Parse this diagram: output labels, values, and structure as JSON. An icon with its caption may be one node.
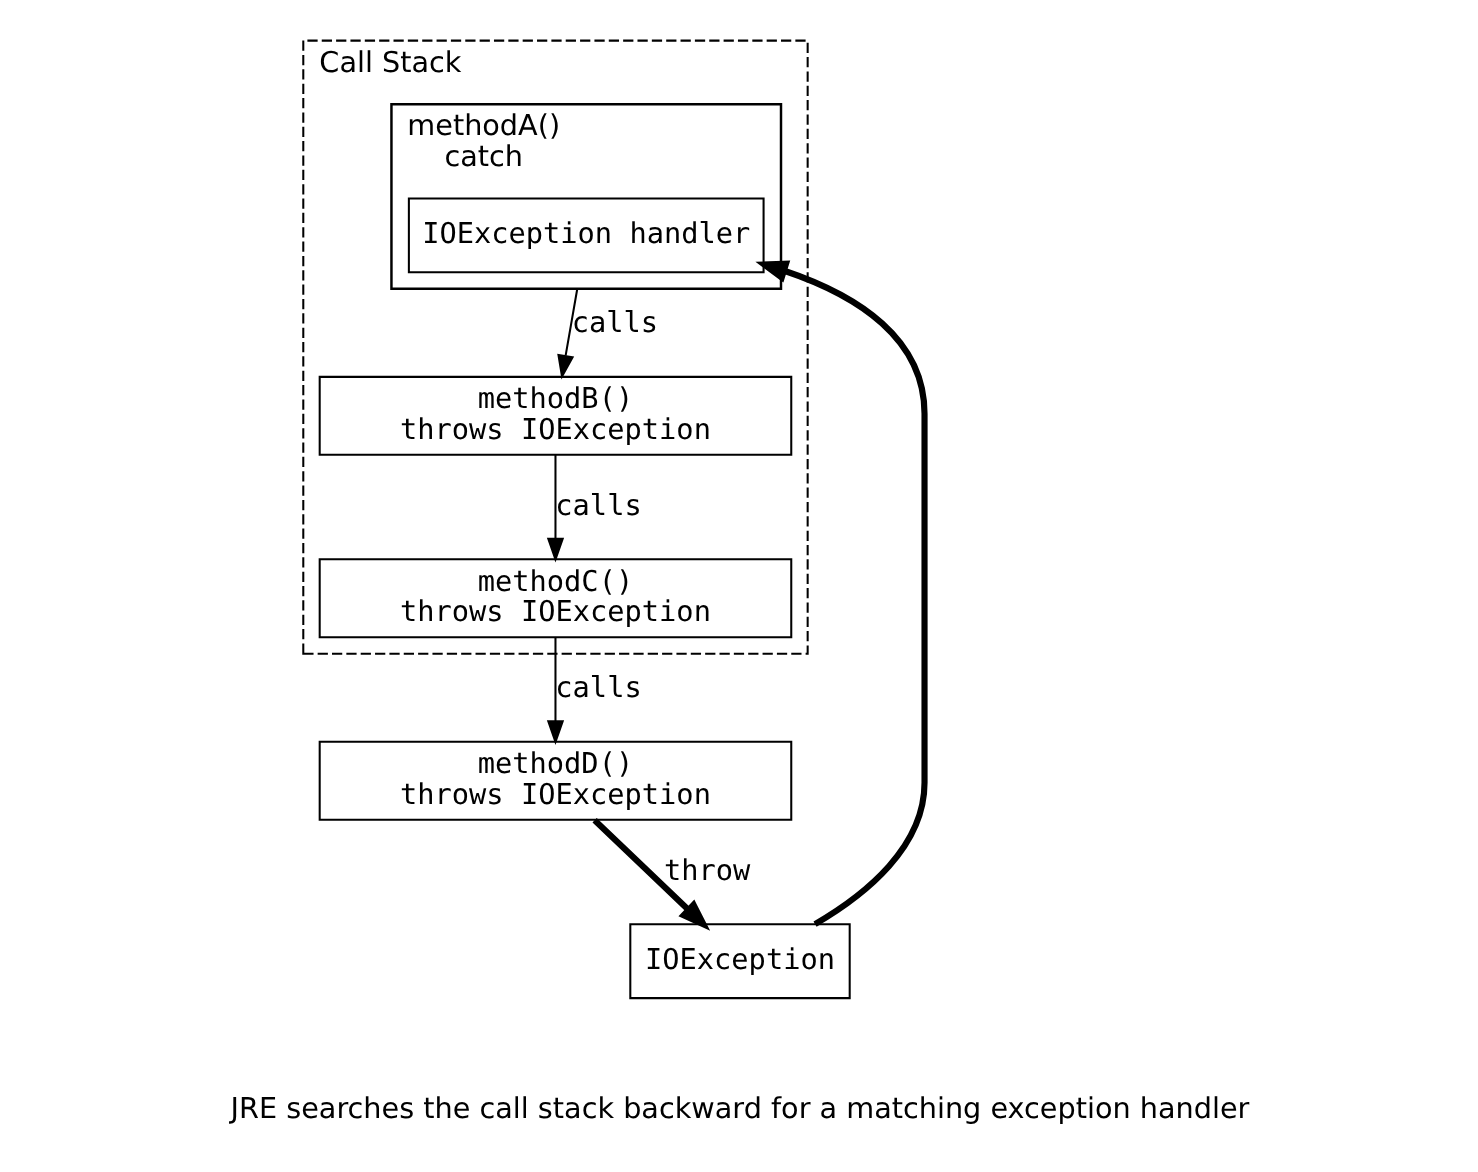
{
  "diagram": {
    "nodes": [
      {
        "text": [
          "Call Stack"
        ]
      },
      {
        "text": [
          "methodA()",
          "catch"
        ],
        "in": 0
      },
      {
        "text": [
          "IOException handler"
        ],
        "in": 1
      },
      {
        "text": [
          "methodB()",
          "throws IOException"
        ],
        "in": 0
      },
      {
        "text": [
          "methodC()",
          "throws IOException"
        ],
        "in": 0
      },
      {
        "text": [
          "methodD()",
          "throws IOException"
        ]
      },
      {
        "text": [
          "IOException"
        ],
        "beside": [
          "JRE searches the call stack backward for a matching exception handler"
        ]
      }
    ],
    "edges": [
      {
        "from": 1,
        "to": 3,
        "arrow": "to",
        "label": "calls"
      },
      {
        "from": 3,
        "to": 4,
        "arrow": "to",
        "label": "calls"
      },
      {
        "from": 4,
        "to": 5,
        "arrow": "to",
        "label": "calls"
      },
      {
        "from": 5,
        "to": 6,
        "arrow": "to",
        "label": "throw",
        "style": "thick"
      },
      {
        "from": 6,
        "to": 2,
        "arrow": "to",
        "style": "thick"
      }
    ]
  }
}
